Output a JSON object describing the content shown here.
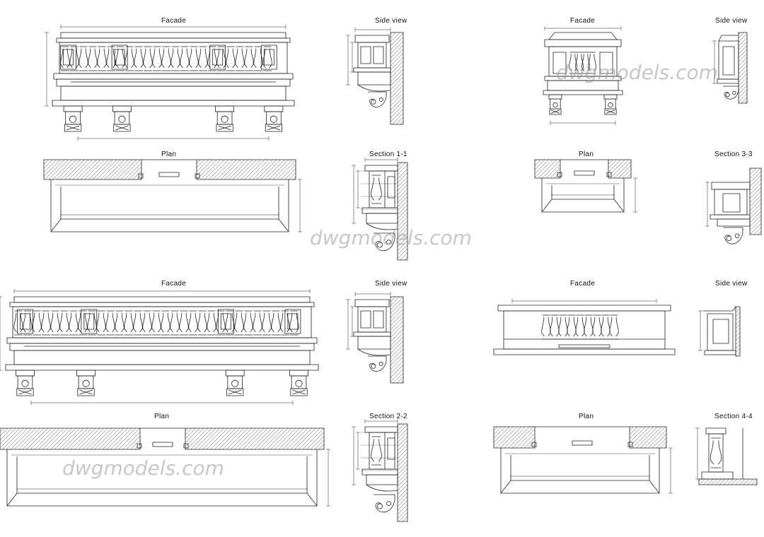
{
  "labels": {
    "facade": "Facade",
    "side_view": "Side view",
    "plan": "Plan",
    "section_1": "Section 1-1",
    "section_2": "Section 2-2",
    "section_3": "Section 3-3",
    "section_4": "Section 4-4"
  },
  "watermark": "dwgmodels.com",
  "colors": {
    "line": "#222222",
    "hatch": "#555555",
    "watermark": "#9a9a9a"
  }
}
